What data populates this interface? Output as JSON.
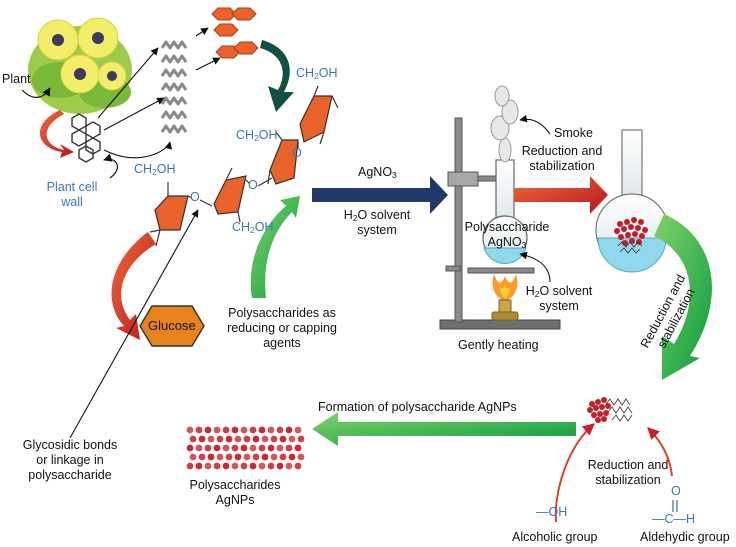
{
  "labels": {
    "plant": "Plant",
    "plant_cell_wall_1": "Plant cell",
    "plant_cell_wall_2": "wall",
    "ch2oh": "CH",
    "ch2oh_sub": "2",
    "ch2oh_tail": "OH",
    "ring_o": "O",
    "glucose": "Glucose",
    "polysaccharides_agents_1": "Polysaccharides as",
    "polysaccharides_agents_2": "reducing or capping",
    "polysaccharides_agents_3": "agents",
    "glycosidic_1": "Glycosidic bonds",
    "glycosidic_2": "or linkage in",
    "glycosidic_3": "polysaccharide",
    "agno3": "AgNO",
    "agno3_sub": "3",
    "h2o_solvent_h": "H",
    "h2o_solvent_sub": "2",
    "h2o_solvent_rest": "O solvent",
    "system": "system",
    "smoke": "Smoke",
    "reduction_stabilization_top_1": "Reduction and",
    "reduction_stabilization_top_2": "stabilization",
    "polysaccharide_flask_1": "Polysaccharide",
    "polysaccharide_flask_2": "AgNO",
    "polysaccharide_flask_sub": "3",
    "gently_heating": "Gently heating",
    "reduction_rotated_1": "Reduction and",
    "reduction_rotated_2": "stabilization",
    "formation": "Formation of polysaccharide AgNPs",
    "reduction_bottom_1": "Reduction and",
    "reduction_bottom_2": "stabilization",
    "polysaccharides_agnps_1": "Polysaccharides",
    "polysaccharides_agnps_2": "AgNPs",
    "alcoholic_group": "Alcoholic group",
    "aldehydic_group": "Aldehydic group",
    "oh": "—OH",
    "aldehyde_o": "O",
    "aldehyde_chain": "—C—H"
  },
  "colors": {
    "orange": "#e8622a",
    "navy_arrow": "#1f3a68",
    "red_arrow": "#c8202a",
    "green_arrow": "#17a84a",
    "dark_teal_arrow": "#124f44",
    "chem_blue": "#3a76b5",
    "nanoparticle": "#c41e2a",
    "flower": "#f2ee6a",
    "leaf": "#8cc63f",
    "solution": "#8fd8ee"
  }
}
